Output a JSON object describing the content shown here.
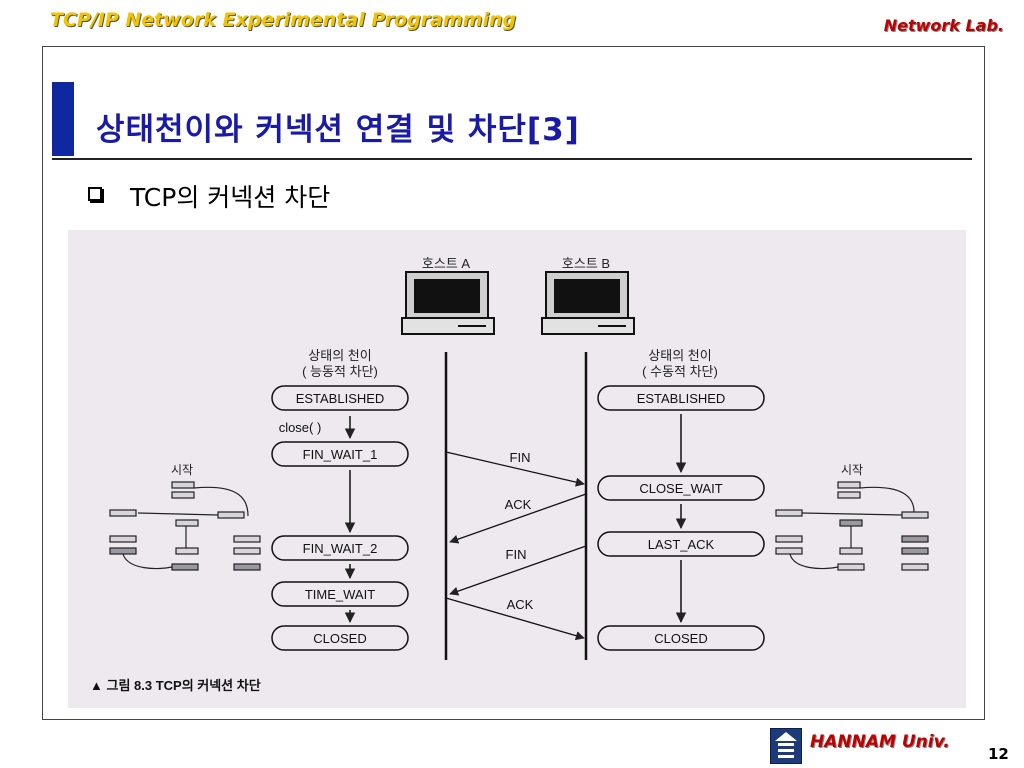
{
  "header": {
    "course": "TCP/IP Network Experimental Programming",
    "lab": "Network Lab."
  },
  "slide": {
    "title": "상태천이와 커넥션 연결 및 차단[3]",
    "bullet": "TCP의 커넥션 차단"
  },
  "figure": {
    "host_a": "호스트 A",
    "host_b": "호스트 B",
    "host_a_caption": [
      "상태의 천이",
      "( 능동적 차단)"
    ],
    "host_b_caption": [
      "상태의 천이",
      "( 수동적 차단)"
    ],
    "states_a": [
      "ESTABLISHED",
      "FIN_WAIT_1",
      "FIN_WAIT_2",
      "TIME_WAIT",
      "CLOSED"
    ],
    "states_b": [
      "ESTABLISHED",
      "CLOSE_WAIT",
      "LAST_ACK",
      "CLOSED"
    ],
    "close_call": "close( )",
    "messages": [
      "FIN",
      "ACK",
      "FIN",
      "ACK"
    ],
    "start_label": "시작",
    "caption": "▲ 그림 8.3  TCP의 커넥션 차단"
  },
  "footer": {
    "university": "HANNAM Univ.",
    "page": "12"
  },
  "colors": {
    "title": "#1a1aa8",
    "title_bar": "#0f28a0",
    "header_left": "#f2c400",
    "header_right": "#c00000"
  }
}
